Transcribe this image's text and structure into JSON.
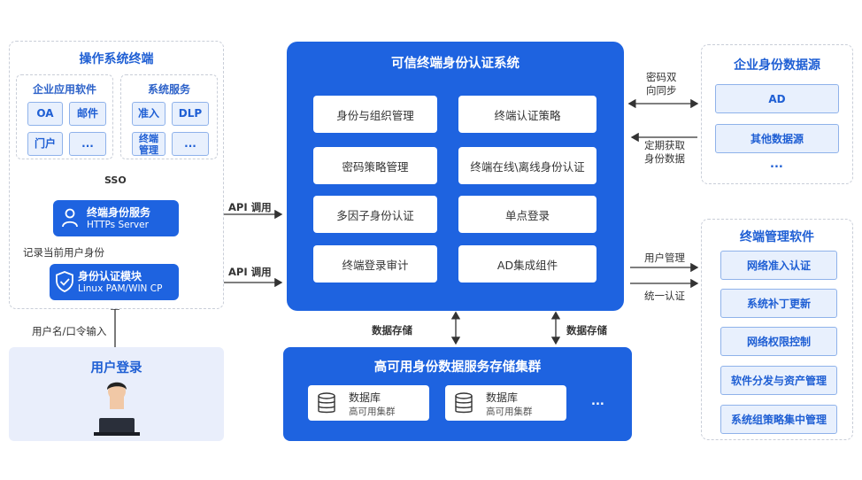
{
  "os_terminal": {
    "title": "操作系统终端",
    "enterprise_apps": {
      "title": "企业应用软件",
      "items": [
        "OA",
        "邮件",
        "门户",
        "..."
      ]
    },
    "system_services": {
      "title": "系统服务",
      "items": [
        "准入",
        "DLP",
        "终端\n管理",
        "..."
      ]
    },
    "sso_label": "SSO",
    "identity_service": {
      "title": "终端身份服务",
      "subtitle": "HTTPs Server"
    },
    "record_label": "记录当前用户身份",
    "auth_module": {
      "title": "身份认证模块",
      "subtitle": "Linux PAM/WIN CP"
    }
  },
  "user_login": {
    "title": "用户登录",
    "input_label": "用户名/口令输入"
  },
  "api_labels": [
    "API 调用",
    "API 调用"
  ],
  "trusted_system": {
    "title": "可信终端身份认证系统",
    "modules": [
      "身份与组织管理",
      "终端认证策略",
      "密码策略管理",
      "终端在线\\离线身份认证",
      "多因子身份认证",
      "单点登录",
      "终端登录审计",
      "AD集成组件"
    ]
  },
  "storage_labels": [
    "数据存储",
    "数据存储"
  ],
  "cluster": {
    "title": "高可用身份数据服务存储集群",
    "items": [
      {
        "title": "数据库",
        "subtitle": "高可用集群"
      },
      {
        "title": "数据库",
        "subtitle": "高可用集群"
      }
    ],
    "more": "..."
  },
  "enterprise_source": {
    "title": "企业身份数据源",
    "items": [
      "AD",
      "其他数据源"
    ],
    "more": "...",
    "sync_label": "密码双\n向同步",
    "fetch_label": "定期获取\n身份数据"
  },
  "terminal_mgmt": {
    "title": "终端管理软件",
    "items": [
      "网络准入认证",
      "系统补丁更新",
      "网络权限控制",
      "软件分发与资产管理",
      "系统组策略集中管理"
    ],
    "user_mgmt_label": "用户管理",
    "unified_auth_label": "统一认证"
  }
}
